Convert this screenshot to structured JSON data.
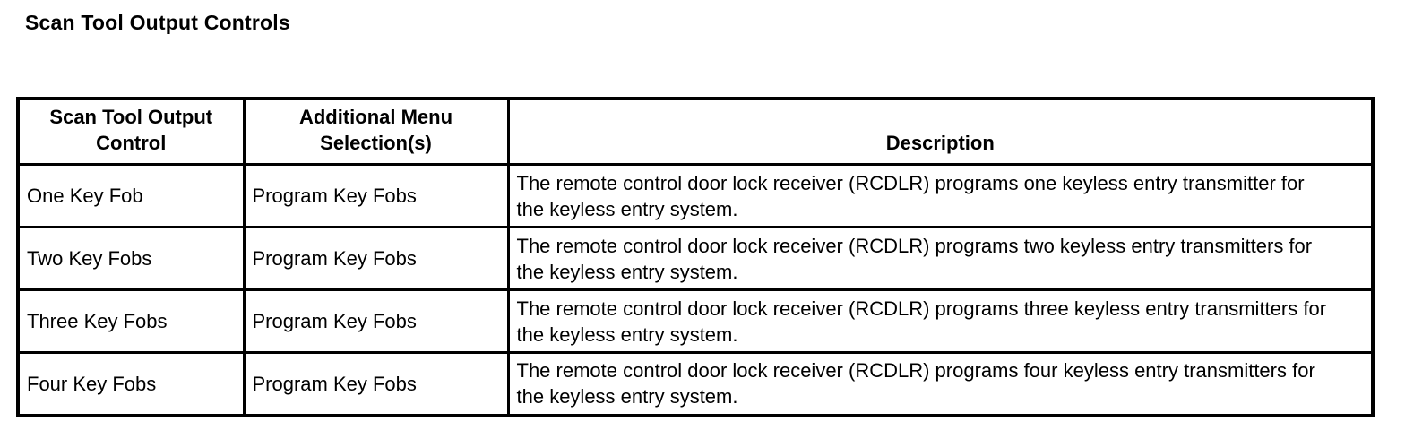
{
  "page": {
    "title": "Scan Tool Output Controls"
  },
  "colors": {
    "background": "#ffffff",
    "text": "#000000",
    "table_border": "#000000"
  },
  "table": {
    "headers": [
      {
        "label": "Scan Tool Output Control"
      },
      {
        "label": "Additional Menu Selection(s)"
      },
      {
        "label": "Description"
      }
    ],
    "rows": [
      {
        "control": "One Key Fob",
        "menu": "Program Key Fobs",
        "description": "The remote control door lock receiver (RCDLR) programs one keyless entry transmitter for the keyless entry system."
      },
      {
        "control": "Two Key Fobs",
        "menu": "Program Key Fobs",
        "description": "The remote control door lock receiver (RCDLR) programs two keyless entry transmitters for the keyless entry system."
      },
      {
        "control": "Three Key Fobs",
        "menu": "Program Key Fobs",
        "description": "The remote control door lock receiver (RCDLR) programs three keyless entry transmitters for the keyless entry system."
      },
      {
        "control": "Four Key Fobs",
        "menu": "Program Key Fobs",
        "description": "The remote control door lock receiver (RCDLR) programs four keyless entry transmitters for the keyless entry system."
      }
    ]
  }
}
